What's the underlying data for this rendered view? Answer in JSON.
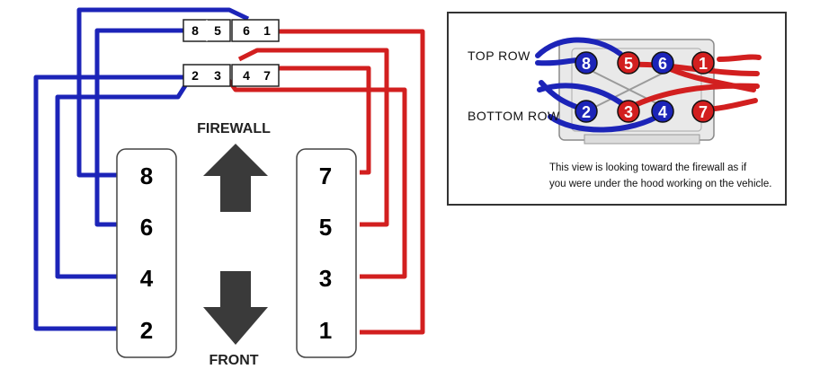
{
  "left_bank": [
    "8",
    "6",
    "4",
    "2"
  ],
  "right_bank": [
    "7",
    "5",
    "3",
    "1"
  ],
  "connector_top": [
    "8",
    "5",
    "6",
    "1"
  ],
  "connector_bottom": [
    "2",
    "3",
    "4",
    "7"
  ],
  "direction_up": "FIREWALL",
  "direction_down": "FRONT",
  "photo": {
    "top_row_label": "TOP ROW",
    "bottom_row_label": "BOTTOM ROW",
    "top_plugs": [
      "8",
      "5",
      "6",
      "1"
    ],
    "bottom_plugs": [
      "2",
      "3",
      "4",
      "7"
    ],
    "caption_line1": "This view is looking toward the firewall as if",
    "caption_line2": "you were under the hood working on the vehicle."
  },
  "colors": {
    "blue_wire": "#1c24b8",
    "red_wire": "#d21f1f",
    "arrow": "#3a3a3a"
  }
}
